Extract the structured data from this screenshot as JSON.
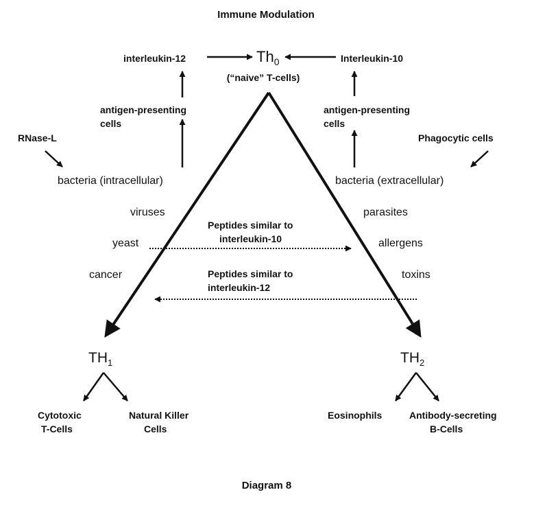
{
  "title": "Immune Modulation",
  "th0": {
    "symbol": "Th",
    "subscript": "0",
    "note": "(“naive” T-cells)"
  },
  "left_chain": {
    "cytokine": "interleukin-12",
    "apc": [
      "antigen-presenting",
      "cells"
    ],
    "pathogen": "bacteria (intracellular)",
    "agent": "RNase-L"
  },
  "right_chain": {
    "cytokine": "Interleukin-10",
    "apc": [
      "antigen-presenting",
      "cells"
    ],
    "pathogen": "bacteria (extracellular)",
    "agent": "Phagocytic cells"
  },
  "th1_triggers": [
    "viruses",
    "yeast",
    "cancer"
  ],
  "th2_triggers": [
    "parasites",
    "allergens",
    "toxins"
  ],
  "peptides_il10": [
    "Peptides similar to",
    "interleukin-10"
  ],
  "peptides_il12": [
    "Peptides similar to",
    "interleukin-12"
  ],
  "th1": {
    "symbol": "TH",
    "subscript": "1",
    "outputs": [
      [
        "Cytotoxic",
        "T-Cells"
      ],
      [
        "Natural Killer",
        "Cells"
      ]
    ]
  },
  "th2": {
    "symbol": "TH",
    "subscript": "2",
    "outputs": [
      [
        "Eosinophils"
      ],
      [
        "Antibody-secreting",
        "B-Cells"
      ]
    ]
  },
  "caption": "Diagram 8",
  "colors": {
    "ink": "#111111",
    "background": "#ffffff"
  }
}
